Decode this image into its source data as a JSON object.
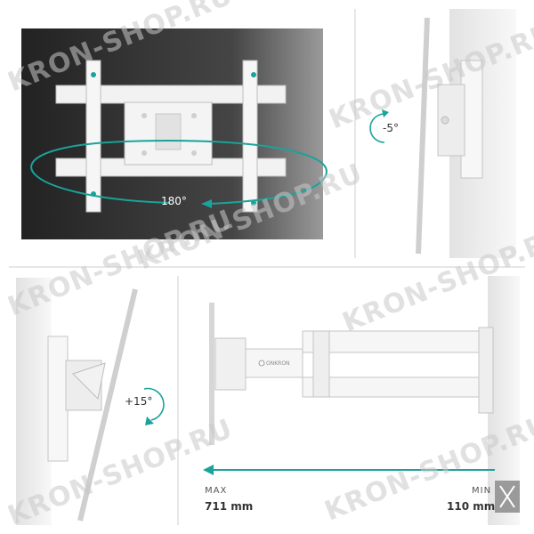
{
  "watermark": {
    "text": "KRON-SHOP.RU"
  },
  "panel_swivel": {
    "angle_label": "180°"
  },
  "panel_tilt_back": {
    "angle_label": "-5°"
  },
  "panel_tilt_forward": {
    "angle_label": "+15°"
  },
  "panel_extension": {
    "max_label": "MAX",
    "max_value": "711 mm",
    "min_label": "MIN",
    "min_value": "110 mm",
    "brand_text": "ONKRON"
  },
  "colors": {
    "accent": "#1aa39a",
    "dark_bg": "#2d2d2d",
    "wall": "#f0f0f0",
    "frame": "#f6f6f6"
  }
}
